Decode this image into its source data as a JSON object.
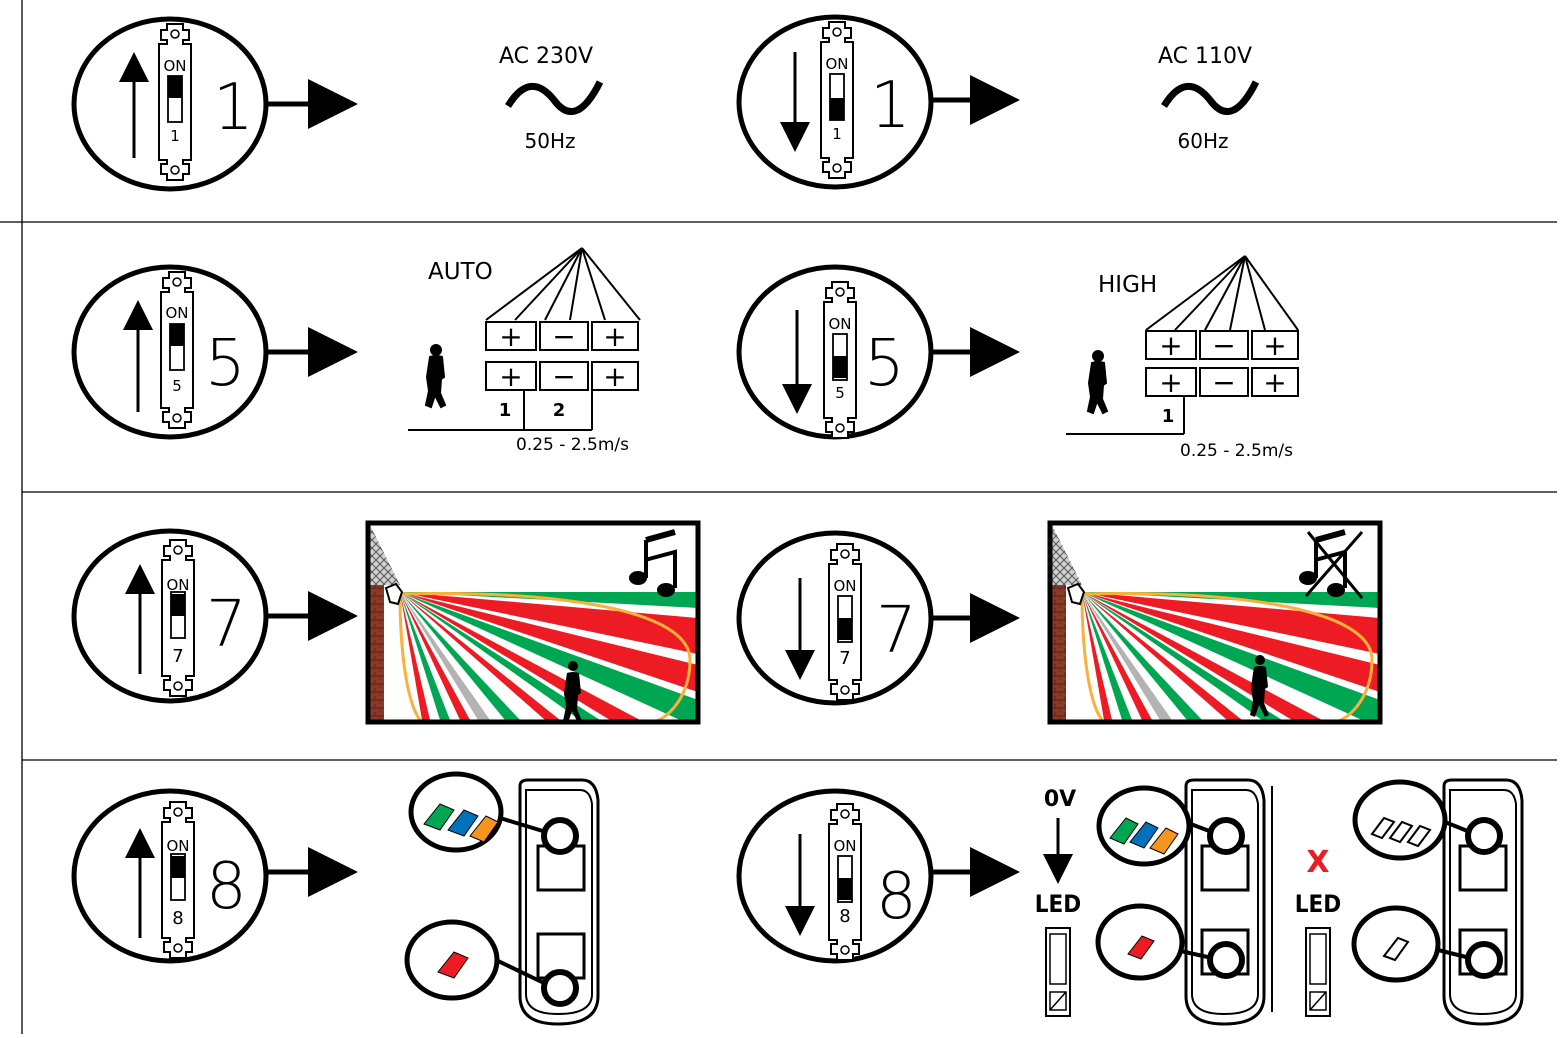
{
  "colors": {
    "line": "#000000",
    "green": "#00a651",
    "red": "#ed1c24",
    "orange": "#f7941d",
    "yellow": "#fbb03b",
    "blue": "#0072bc",
    "gray": "#b3b3b3",
    "brick": "#8b3a2a",
    "x_red": "#ed1c24"
  },
  "rows": [
    {
      "switch_num": "1",
      "on_label": "ON",
      "left": {
        "direction": "up",
        "title": "AC 230V",
        "wave": "~",
        "freq": "50Hz"
      },
      "right": {
        "direction": "down",
        "title": "AC 110V",
        "wave": "~",
        "freq": "60Hz"
      }
    },
    {
      "switch_num": "5",
      "on_label": "ON",
      "left": {
        "direction": "up",
        "mode": "AUTO",
        "zones": [
          "1",
          "2"
        ],
        "speed": "0.25 - 2.5m/s"
      },
      "right": {
        "direction": "down",
        "mode": "HIGH",
        "zones": [
          "1"
        ],
        "speed": "0.25 - 2.5m/s"
      }
    },
    {
      "switch_num": "7",
      "on_label": "ON",
      "left": {
        "direction": "up",
        "sound": "music-note-icon"
      },
      "right": {
        "direction": "down",
        "sound": "music-note-muted-icon"
      }
    },
    {
      "switch_num": "8",
      "on_label": "ON",
      "left": {
        "direction": "up"
      },
      "right": {
        "direction": "down",
        "voltage": "0V",
        "led_label": "LED",
        "cross": "X",
        "led_label_2": "LED"
      }
    }
  ]
}
